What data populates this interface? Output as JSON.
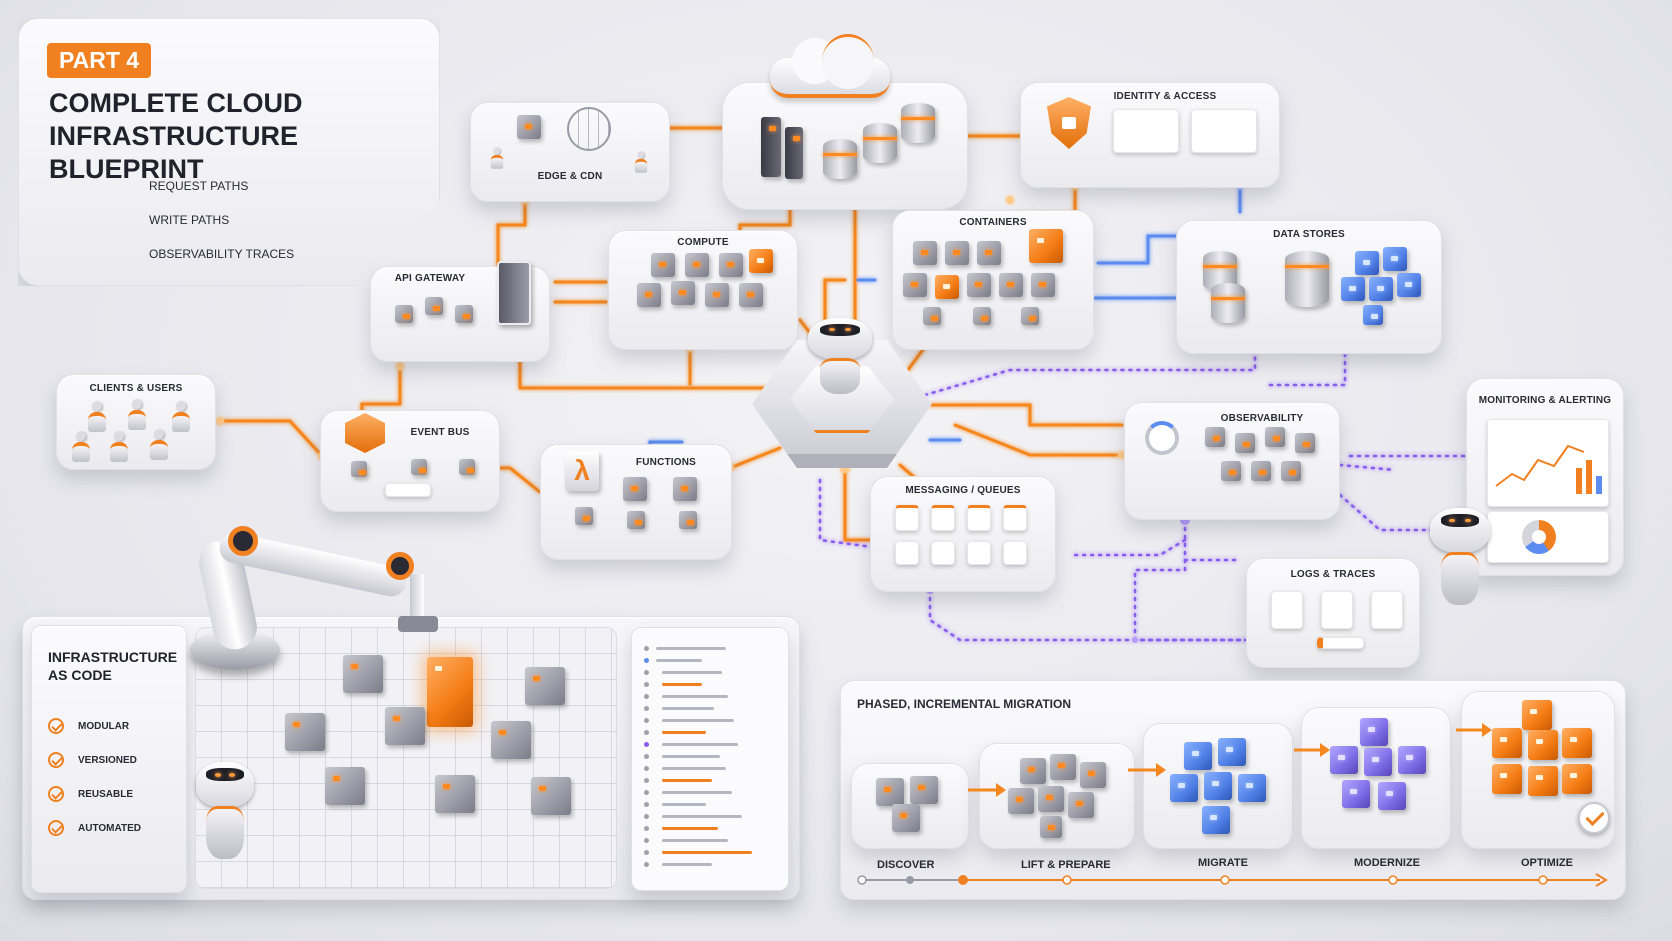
{
  "header": {
    "part_badge": "PART 4",
    "title_line1": "COMPLETE CLOUD",
    "title_line2": "INFRASTRUCTURE BLUEPRINT"
  },
  "legend": [
    {
      "label": "REQUEST PATHS",
      "color": "#f08020",
      "style": "solid"
    },
    {
      "label": "WRITE PATHS",
      "color": "#4f7fe6",
      "style": "solid"
    },
    {
      "label": "OBSERVABILITY TRACES",
      "color": "#8a5cf0",
      "style": "dotted"
    }
  ],
  "nodes": {
    "edge_cdn": "EDGE & CDN",
    "identity_access": "IDENTITY & ACCESS",
    "compute": "COMPUTE",
    "containers": "CONTAINERS",
    "data_stores": "DATA STORES",
    "api_gateway": "API GATEWAY",
    "clients_users": "CLIENTS & USERS",
    "event_bus": "EVENT BUS",
    "functions": "FUNCTIONS",
    "messaging_queues": "MESSAGING / QUEUES",
    "observability": "OBSERVABILITY",
    "monitoring_alerting": "MONITORING & ALERTING",
    "logs_traces": "LOGS & TRACES"
  },
  "iac": {
    "title_line1": "INFRASTRUCTURE",
    "title_line2": "AS CODE",
    "items": [
      "MODULAR",
      "VERSIONED",
      "REUSABLE",
      "AUTOMATED"
    ]
  },
  "migration": {
    "title": "PHASED, INCREMENTAL MIGRATION",
    "phases": [
      "DISCOVER",
      "LIFT & PREPARE",
      "MIGRATE",
      "MODERNIZE",
      "OPTIMIZE"
    ]
  },
  "colors": {
    "accent": "#f08020",
    "write": "#4f7fe6",
    "trace": "#8a5cf0"
  },
  "icons": [
    "cloud-icon",
    "globe-icon",
    "shield-lock-icon",
    "lambda-icon",
    "robot-icon",
    "robot-arm-icon",
    "gauge-icon",
    "line-chart-icon",
    "donut-chart-icon",
    "checkmark-icon"
  ]
}
